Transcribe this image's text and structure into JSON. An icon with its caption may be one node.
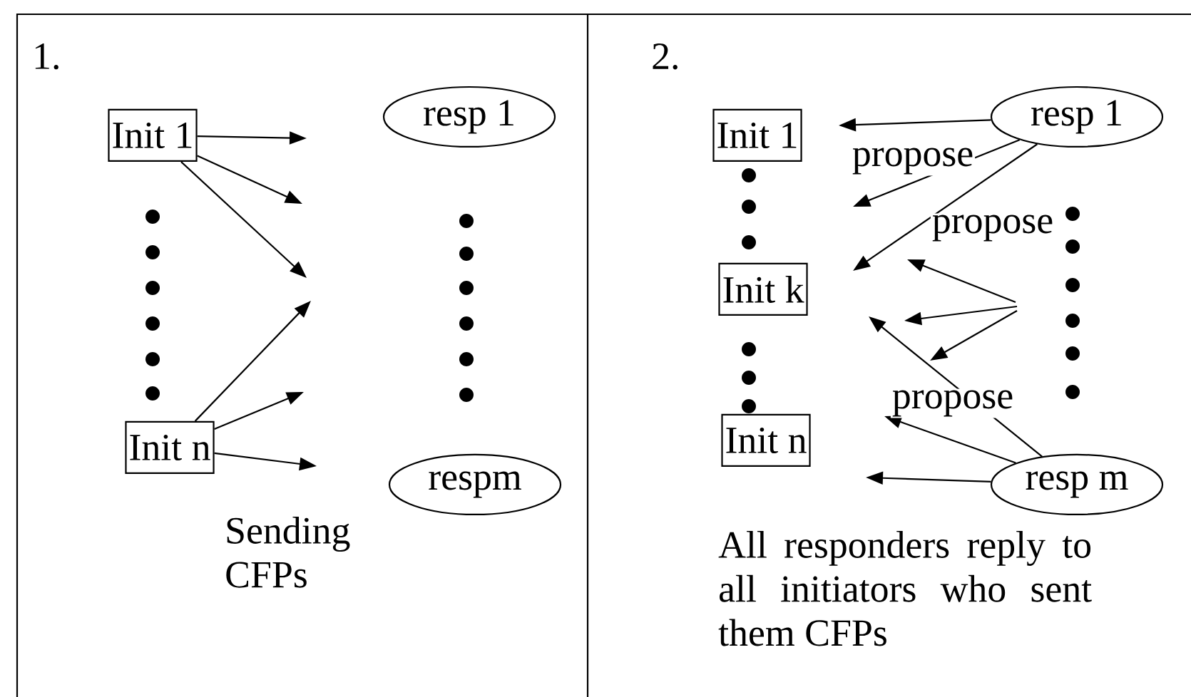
{
  "diagram": {
    "nodes": [
      {
        "text": [
          "1.",
          "Sending CFPs"
        ]
      },
      {
        "text": [
          "Init 1"
        ],
        "in": 0
      },
      {
        "text": [
          "Init n"
        ],
        "in": 0
      },
      {
        "text": [
          "resp 1"
        ],
        "in": 0
      },
      {
        "text": [
          "respm"
        ],
        "in": 0
      },
      {
        "text": [
          "2.",
          "All responders reply to all initiators who sent them CFPs"
        ]
      },
      {
        "text": [
          "Init 1"
        ],
        "in": 5
      },
      {
        "text": [
          "Init k"
        ],
        "in": 5
      },
      {
        "text": [
          "Init n"
        ],
        "in": 5
      },
      {
        "text": [
          "resp 1"
        ],
        "in": 5
      },
      {
        "text": [
          "resp m"
        ],
        "in": 5
      }
    ],
    "edges": [
      {
        "from": 1,
        "to": null,
        "arrow": "to"
      },
      {
        "from": 1,
        "to": null,
        "arrow": "to"
      },
      {
        "from": 1,
        "to": null,
        "arrow": "to"
      },
      {
        "from": 2,
        "to": null,
        "arrow": "to"
      },
      {
        "from": 2,
        "to": null,
        "arrow": "to"
      },
      {
        "from": 2,
        "to": null,
        "arrow": "to"
      },
      {
        "from": 9,
        "to": null,
        "arrow": "to"
      },
      {
        "from": 9,
        "to": null,
        "arrow": "to",
        "label": "propose"
      },
      {
        "from": 9,
        "to": null,
        "arrow": "to",
        "label": "propose"
      },
      {
        "from": 10,
        "to": null,
        "arrow": "to"
      },
      {
        "from": 10,
        "to": null,
        "arrow": "to",
        "label": "propose"
      },
      {
        "from": 10,
        "to": null,
        "arrow": "to"
      }
    ]
  }
}
